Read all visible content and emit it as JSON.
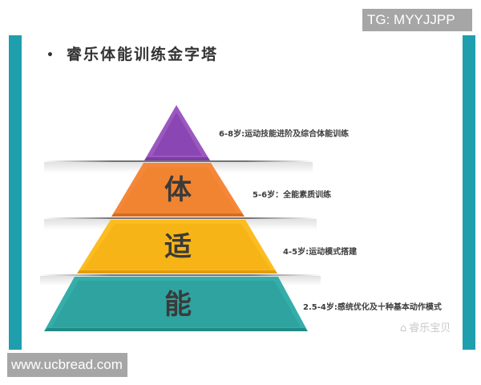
{
  "watermarks": {
    "top_right": "TG: MYYJJPP",
    "bottom_left": "www.ucbread.com"
  },
  "slide": {
    "title": "睿乐体能训练金字塔",
    "bullet": "•",
    "logo": {
      "icon": "wechat-icon",
      "text": "睿乐宝贝"
    }
  },
  "pyramid": {
    "tiers": [
      {
        "level": 1,
        "char": "",
        "age_desc": "6-8岁:运动技能进阶及综合体能训练",
        "color": "#9b59c0"
      },
      {
        "level": 2,
        "char": "体",
        "age_desc": "5-6岁：全能素质训练",
        "color": "#f5873a"
      },
      {
        "level": 3,
        "char": "适",
        "age_desc": "4-5岁:运动模式搭建",
        "color": "#fbbd21"
      },
      {
        "level": 4,
        "char": "能",
        "age_desc": "2.5-4岁:感统优化及十种基本动作模式",
        "color": "#35aeaa"
      }
    ]
  },
  "colors": {
    "side_bar": "#1f9fae",
    "watermark_bg": "#a6a6a6"
  }
}
